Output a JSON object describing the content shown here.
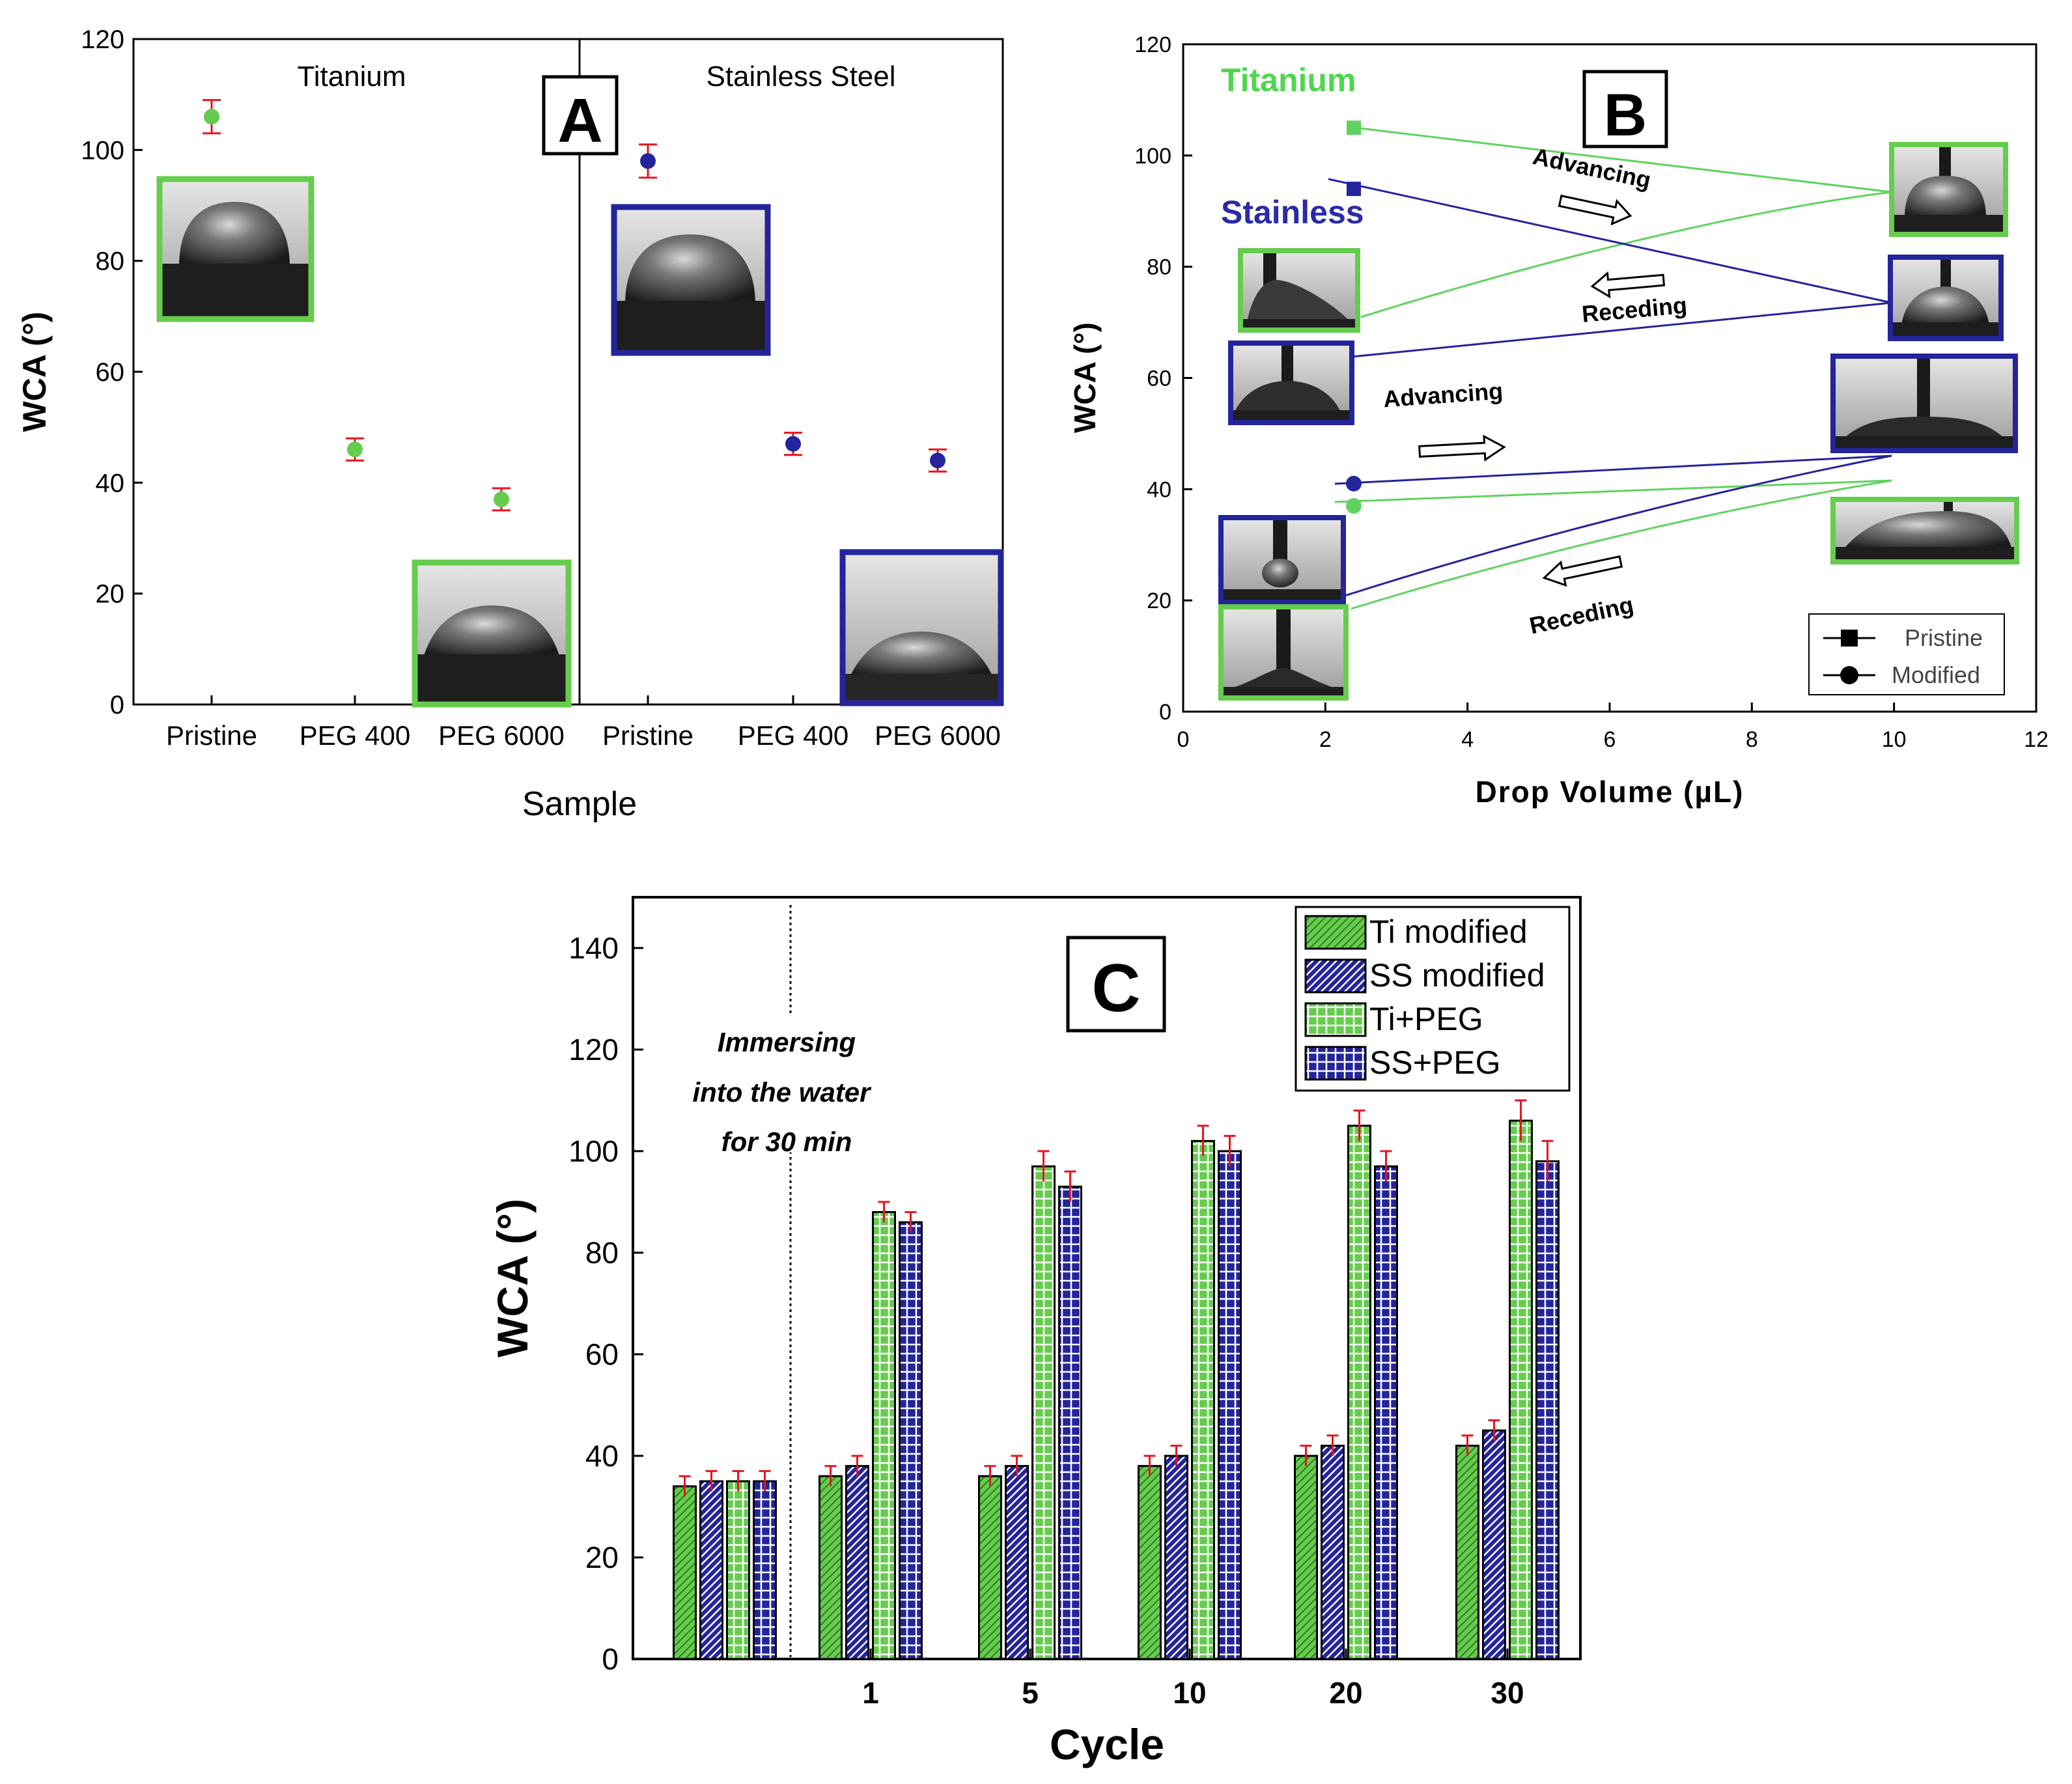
{
  "colors": {
    "green": "#66cc4d",
    "green_line": "#5fd35f",
    "blue": "#24249c",
    "error_red": "#e8141e",
    "axis": "#000000",
    "titanium_text": "#4fd64f",
    "stainless_text": "#2b2ba8"
  },
  "chart_data": [
    {
      "id": "A",
      "type": "scatter",
      "panel_label": "A",
      "xlabel": "Sample",
      "ylabel": "WCA (°)",
      "ylim": [
        0,
        120
      ],
      "yticks": [
        "0",
        "20",
        "40",
        "60",
        "80",
        "100",
        "120"
      ],
      "categories": [
        "Pristine",
        "PEG 400",
        "PEG 6000",
        "Pristine",
        "PEG 400",
        "PEG 6000"
      ],
      "group_labels": [
        "Titanium",
        "Stainless Steel"
      ],
      "series": [
        {
          "name": "Titanium",
          "color": "green",
          "cat_index": [
            0,
            1,
            2
          ],
          "values": [
            106,
            46,
            37
          ],
          "errors": [
            3,
            2,
            2
          ]
        },
        {
          "name": "Stainless Steel",
          "color": "blue",
          "cat_index": [
            3,
            4,
            5
          ],
          "values": [
            98,
            47,
            44
          ],
          "errors": [
            3,
            2,
            2
          ]
        }
      ],
      "insets": [
        "droplet-photo-titanium-pristine",
        "droplet-photo-steel-pristine",
        "droplet-photo-titanium-peg6000",
        "droplet-photo-steel-peg6000"
      ]
    },
    {
      "id": "B",
      "type": "scatter",
      "panel_label": "B",
      "xlabel": "Drop Volume (µL)",
      "ylabel": "WCA (°)",
      "xlim": [
        0,
        12
      ],
      "ylim": [
        0,
        120
      ],
      "xticks": [
        "0",
        "2",
        "4",
        "6",
        "8",
        "10",
        "12"
      ],
      "yticks": [
        "0",
        "20",
        "40",
        "60",
        "80",
        "100",
        "120"
      ],
      "annotations": {
        "titanium": "Titanium",
        "stainless": "Stainless",
        "advancing_top": "Advancing",
        "receding_top": "Receding",
        "advancing_bottom": "Advancing",
        "receding_bottom": "Receding"
      },
      "legend": {
        "position": "bottom-right",
        "pristine": "Pristine",
        "modified": "Modified"
      },
      "points": [
        {
          "series": "Pristine",
          "material": "Titanium",
          "x": 2.4,
          "y": 105
        },
        {
          "series": "Pristine",
          "material": "Stainless Steel",
          "x": 2.4,
          "y": 94
        },
        {
          "series": "Modified",
          "material": "Stainless Steel",
          "x": 2.4,
          "y": 41
        },
        {
          "series": "Modified",
          "material": "Titanium",
          "x": 2.4,
          "y": 37
        }
      ]
    },
    {
      "id": "C",
      "type": "bar",
      "panel_label": "C",
      "xlabel": "Cycle",
      "ylabel": "WCA (°)",
      "ylim": [
        0,
        150
      ],
      "yticks": [
        "0",
        "20",
        "40",
        "60",
        "80",
        "100",
        "120",
        "140"
      ],
      "categories": [
        "",
        "1",
        "5",
        "10",
        "20",
        "30"
      ],
      "annotation": [
        "Immersing",
        "into the water",
        "for 30 min"
      ],
      "legend_position": "top-right",
      "series": [
        {
          "name": "Ti modified",
          "color": "green",
          "pattern": "diag",
          "values": [
            34,
            36,
            36,
            38,
            40,
            42
          ],
          "errors": [
            2,
            2,
            2,
            2,
            2,
            2
          ]
        },
        {
          "name": "SS modified",
          "color": "blue",
          "pattern": "diag",
          "values": [
            35,
            38,
            38,
            40,
            42,
            45
          ],
          "errors": [
            2,
            2,
            2,
            2,
            2,
            2
          ]
        },
        {
          "name": "Ti+PEG",
          "color": "green",
          "pattern": "grid",
          "values": [
            35,
            88,
            97,
            102,
            105,
            106
          ],
          "errors": [
            2,
            2,
            3,
            3,
            3,
            4
          ]
        },
        {
          "name": "SS+PEG",
          "color": "blue",
          "pattern": "grid",
          "values": [
            35,
            86,
            93,
            100,
            97,
            98
          ],
          "errors": [
            2,
            2,
            3,
            3,
            3,
            4
          ]
        }
      ]
    }
  ]
}
